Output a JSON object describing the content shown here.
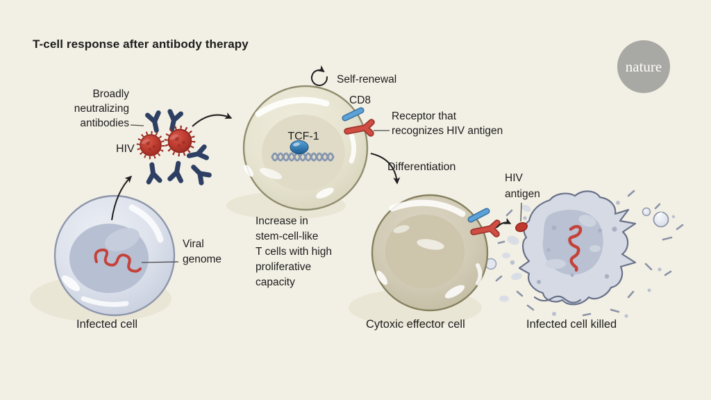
{
  "header": {
    "title": "T-cell response after antibody therapy"
  },
  "logo": {
    "text": "nature"
  },
  "diagram": {
    "antibody_label": "Broadly\nneutralizing\nantibodies",
    "hiv_label": "HIV",
    "self_renewal_label": "Self-renewal",
    "cd8_label": "CD8",
    "receptor_label": "Receptor that\nrecognizes HIV antigen",
    "tcf1_label": "TCF-1",
    "differentiation_label": "Differentiation",
    "viral_genome_label": "Viral\ngenome",
    "infected_cell_caption": "Infected cell",
    "increase_label": "Increase in\nstem-cell-like\nT cells with high\nproliferative\ncapacity",
    "hiv_antigen_label": "HIV\nantigen",
    "effector_cell_caption": "Cytoxic effector cell",
    "killed_cell_caption": "Infected cell killed"
  },
  "colors": {
    "background": "#f2efe4",
    "text": "#1c1c1c",
    "antibody": "#2d3f63",
    "virus_red": "#bc3a2e",
    "receptor_red": "#cf4d43",
    "cd8_blue": "#5ca2d9",
    "tcf1_blue": "#2f7cb5",
    "genome_red": "#c4423a",
    "infected_cell_fill": "#dde2ec",
    "stem_cell_fill": "#e7e4d1",
    "effector_cell_fill": "#d2cbb6",
    "killed_cell_fill": "#d5dae4",
    "logo_circle": "#a8a8a4"
  }
}
